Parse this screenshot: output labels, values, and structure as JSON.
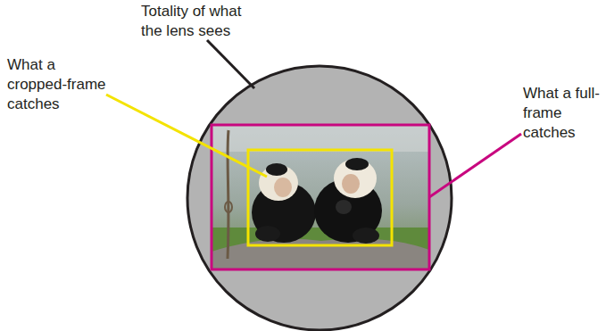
{
  "diagram": {
    "labels": [
      "Totality of what the lens sees",
      "What a cropped-frame catches",
      "What a full-frame catches"
    ]
  }
}
